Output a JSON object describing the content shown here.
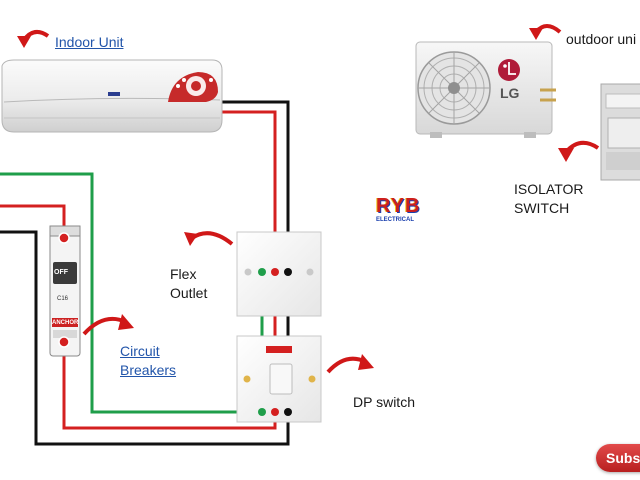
{
  "labels": {
    "indoor_unit": "Indoor Unit",
    "outdoor_unit": "outdoor uni",
    "isolator_line1": "ISOLATOR",
    "isolator_line2": "SWITCH",
    "flex_line1": "Flex",
    "flex_line2": "Outlet",
    "circuit_line1": "Circuit",
    "circuit_line2": "Breakers",
    "dp_switch": "DP switch"
  },
  "outdoor_brand": "LG",
  "logo": {
    "text": "RYB",
    "subtext": "ELECTRICAL"
  },
  "breaker": {
    "off_text": "OFF",
    "rating": "C16",
    "brand": "ANCHOR"
  },
  "subscribe_button": "Subsc",
  "colors": {
    "phase_wire": "#d42020",
    "neutral_wire": "#111111",
    "earth_wire": "#1f9e4a",
    "arrow": "#d01818",
    "link_text": "#2255aa"
  },
  "icons": [
    "curved-arrow-icon",
    "lg-logo-icon",
    "fan-grille-icon"
  ]
}
